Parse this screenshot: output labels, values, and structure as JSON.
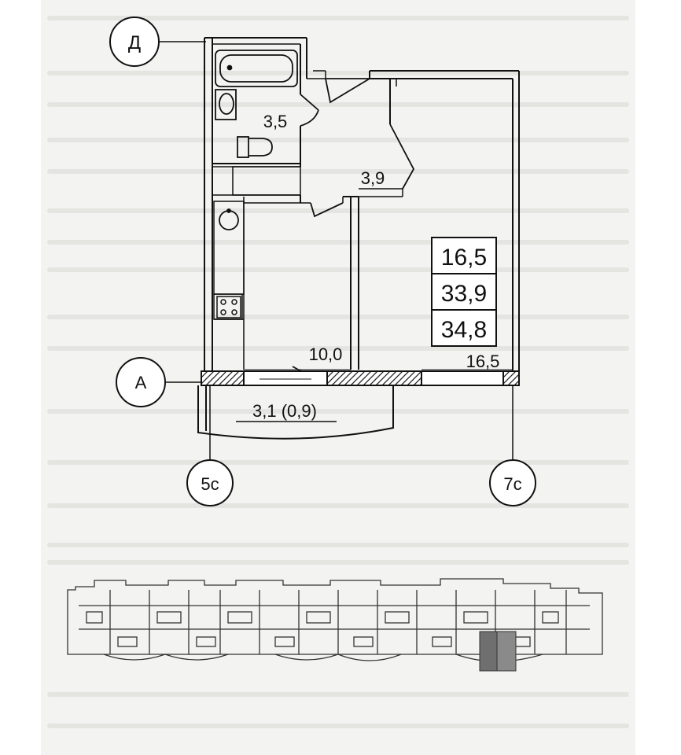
{
  "rooms": {
    "bathroom_area": "3,5",
    "hall_area": "3,9",
    "kitchen_area": "10,0",
    "room_area": "16,5",
    "balcony_area": "3,1 (0,9)"
  },
  "summary_box": {
    "living_area": "16,5",
    "total_area": "33,9",
    "total_with_balcony": "34,8"
  },
  "axes": {
    "top_left": "Д",
    "left": "А",
    "bottom_left": "5с",
    "bottom_right": "7с"
  },
  "key_plan": {
    "highlight_color": "#6f6f6f"
  }
}
